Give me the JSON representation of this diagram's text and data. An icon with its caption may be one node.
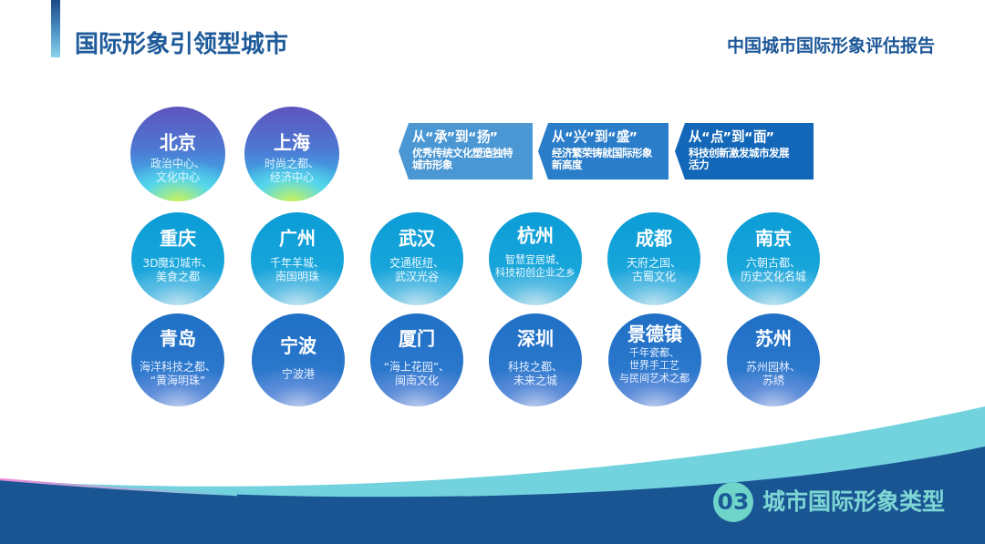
{
  "diagram": {
    "title": "国际形象引领型城市",
    "nodes": [
      {
        "text": [
          "北京",
          "政治中心、文化中心"
        ]
      },
      {
        "text": [
          "上海",
          "时尚之都、经济中心"
        ]
      },
      {
        "text": [
          "从“承”到“扬”",
          "优秀传统文化塑造独特城市形象"
        ]
      },
      {
        "text": [
          "从“兴”到“盛”",
          "经济繁荣铸就国际形象新高度"
        ]
      },
      {
        "text": [
          "从“点”到“面”",
          "科技创新激发城市发展活力"
        ]
      },
      {
        "text": [
          "重庆",
          "3D魔幻城市、美食之都"
        ]
      },
      {
        "text": [
          "广州",
          "千年羊城、南国明珠"
        ]
      },
      {
        "text": [
          "武汉",
          "交通枢纽、武汉光谷"
        ]
      },
      {
        "text": [
          "杭州",
          "智慧宜居城、科技初创企业之乡"
        ]
      },
      {
        "text": [
          "成都",
          "天府之国、古蜀文化"
        ]
      },
      {
        "text": [
          "南京",
          "六朝古都、历史文化名城"
        ]
      },
      {
        "text": [
          "青岛",
          "海洋科技之都、“黄海明珠”"
        ]
      },
      {
        "text": [
          "宁波",
          "宁波港"
        ]
      },
      {
        "text": [
          "厦门",
          "“海上花园”、闽南文化"
        ]
      },
      {
        "text": [
          "深圳",
          "科技之都、未来之城"
        ]
      },
      {
        "text": [
          "景德镇",
          "千年瓷都、世界手工艺与民间艺术之都"
        ]
      },
      {
        "text": [
          "苏州",
          "苏州园林、苏绣"
        ]
      },
      {
        "text": [
          "03"
        ],
        "beside": [
          "城市国际形象类型"
        ]
      }
    ],
    "labels": [
      "中国城市国际形象评估报告"
    ]
  }
}
